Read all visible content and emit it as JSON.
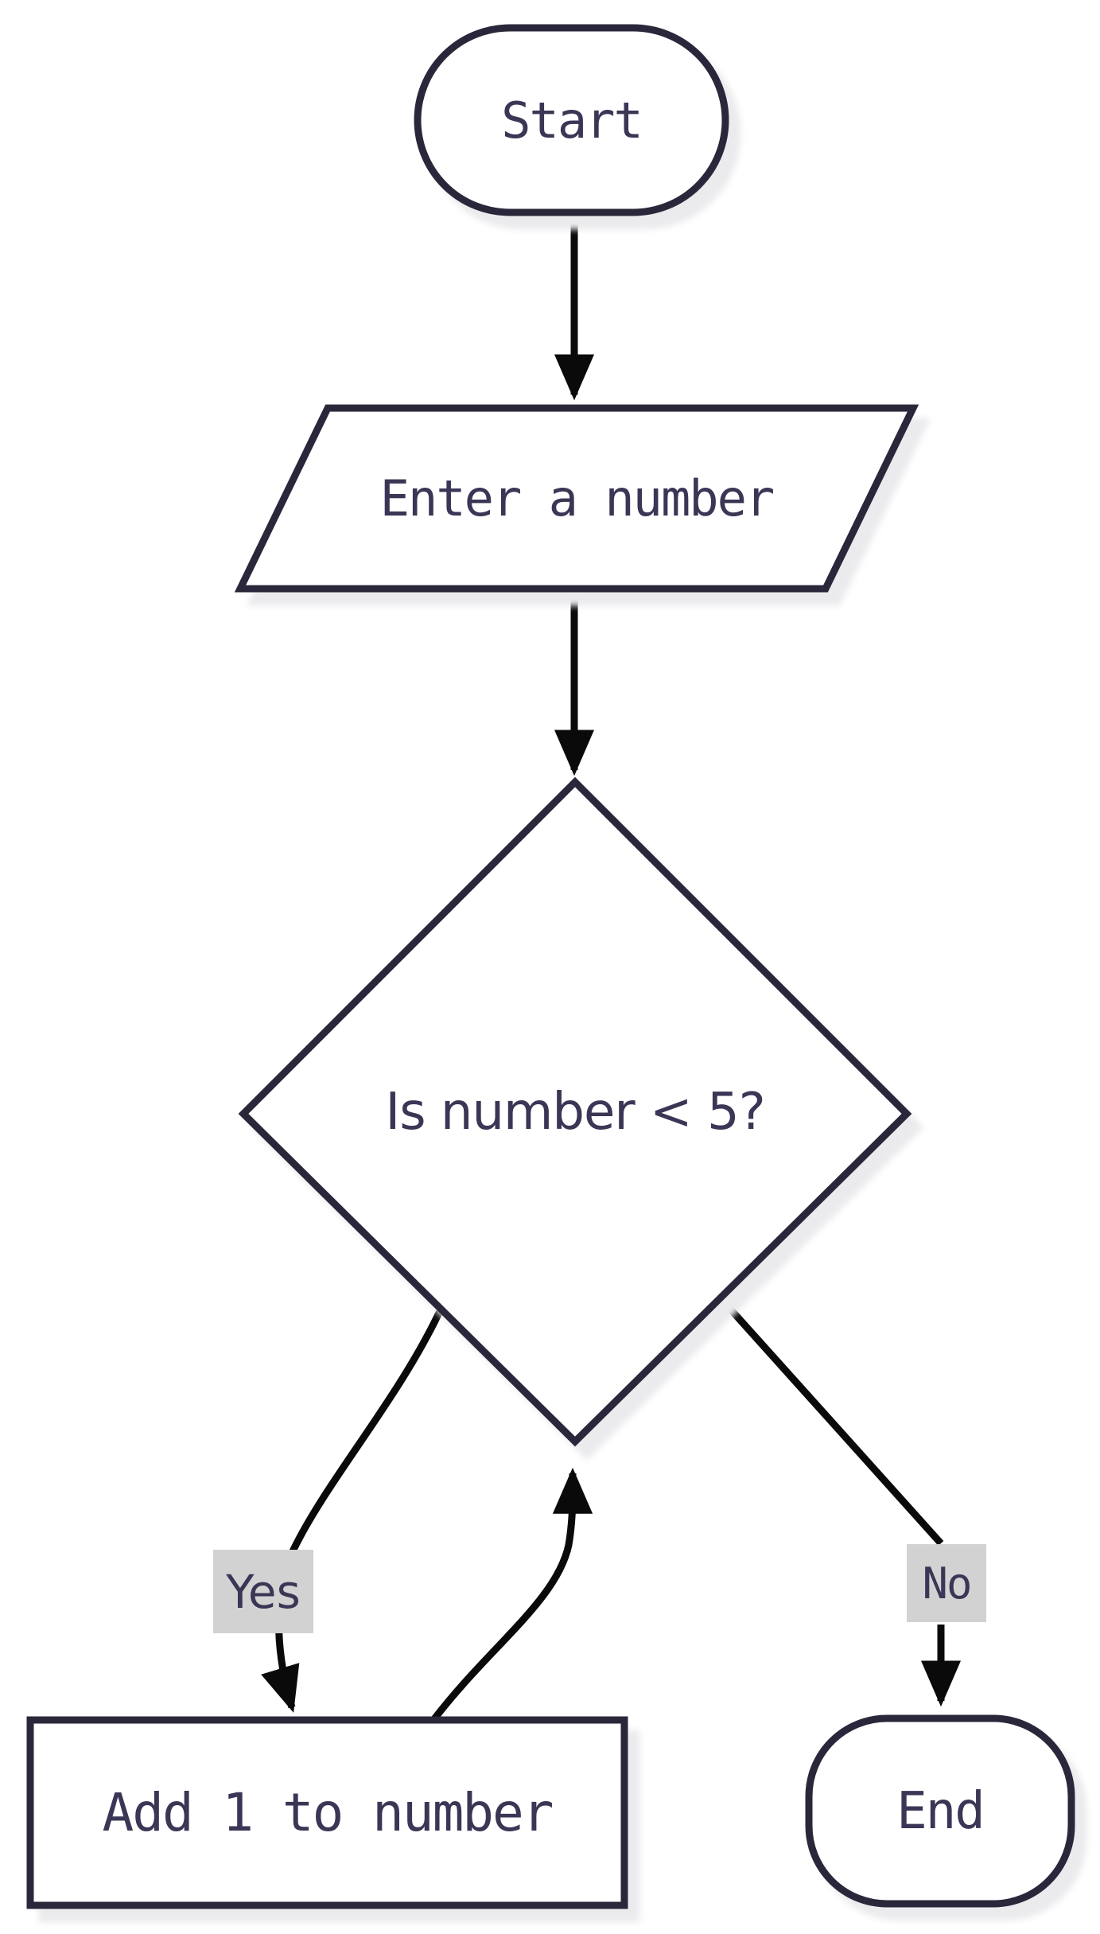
{
  "flowchart": {
    "nodes": {
      "start": {
        "shape": "stadium",
        "label": "Start"
      },
      "input": {
        "shape": "parallelogram",
        "label": "Enter a number"
      },
      "decision": {
        "shape": "diamond",
        "label": "Is number < 5?"
      },
      "process": {
        "shape": "rectangle",
        "label": "Add 1 to number"
      },
      "end": {
        "shape": "stadium",
        "label": "End"
      }
    },
    "edges": [
      {
        "from": "start",
        "to": "input",
        "label": ""
      },
      {
        "from": "input",
        "to": "decision",
        "label": ""
      },
      {
        "from": "decision",
        "to": "process",
        "label": "Yes"
      },
      {
        "from": "decision",
        "to": "end",
        "label": "No"
      },
      {
        "from": "process",
        "to": "decision",
        "label": ""
      }
    ],
    "colors": {
      "background": "#ffffff",
      "node_fill": "#ffffff",
      "node_border": "#2a273b",
      "node_text": "#3a3655",
      "edge_line": "#0a0a0a",
      "edge_label_background": "#d2d2d2",
      "shadow": "#ebebee"
    }
  }
}
